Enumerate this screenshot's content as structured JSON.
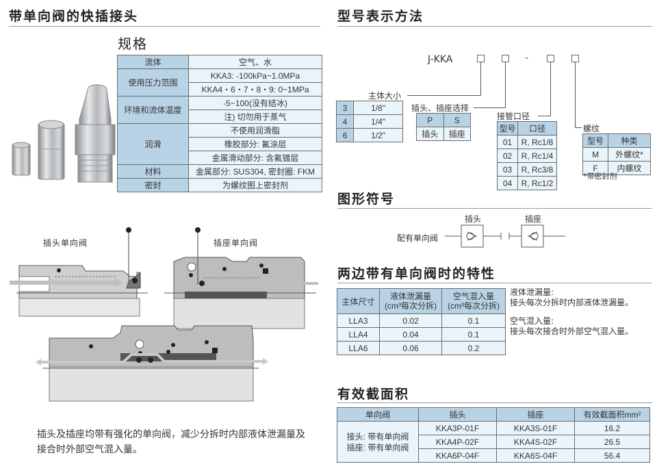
{
  "left": {
    "title": "带单向阀的快插接头",
    "spec_title": "规格",
    "spec_table": {
      "rows": [
        {
          "label": "流体",
          "values": [
            "空气、水"
          ]
        },
        {
          "label": "使用压力范围",
          "values": [
            "KKA3: -100kPa~1.0MPa",
            "KKA4・6・7・8・9: 0~1MPa"
          ]
        },
        {
          "label": "环境和流体温度",
          "values": [
            "-5~100(没有结冰)",
            "注) 切勿用于蒸气"
          ]
        },
        {
          "label": "润滑",
          "values": [
            "不使用润滑脂",
            "橡胶部分: 氟涂层",
            "金属滑动部分: 含氟镀层"
          ]
        },
        {
          "label": "材料",
          "values": [
            "金属部分: SUS304, 密封圈: FKM"
          ]
        },
        {
          "label": "密封",
          "values": [
            "为螺纹图上密封剂"
          ]
        }
      ]
    },
    "diagram_labels": {
      "plug_valve": "插头单向阀",
      "socket_valve": "插座单向阀"
    },
    "description": "插头及插座均带有强化的单向阀，减少分拆时内部液体泄漏量及接合时外部空气混入量。"
  },
  "model": {
    "title": "型号表示方法",
    "prefix": "J-KKA",
    "separator": "-",
    "size": {
      "label": "主体大小",
      "rows": [
        [
          "3",
          "1/8\""
        ],
        [
          "4",
          "1/4\""
        ],
        [
          "6",
          "1/2\""
        ]
      ]
    },
    "type_select": {
      "label": "插头、插座选择",
      "headers": [
        "P",
        "S"
      ],
      "values": [
        "插头",
        "插座"
      ]
    },
    "port": {
      "label": "接管口径",
      "headers": [
        "型号",
        "口径"
      ],
      "rows": [
        [
          "01",
          "R, Rc1/8"
        ],
        [
          "02",
          "R, Rc1/4"
        ],
        [
          "03",
          "R, Rc3/8"
        ],
        [
          "04",
          "R, Rc1/2"
        ]
      ]
    },
    "thread": {
      "label": "螺纹",
      "headers": [
        "型号",
        "种类"
      ],
      "rows": [
        [
          "M",
          "外螺纹*"
        ],
        [
          "F",
          "内螺纹"
        ]
      ],
      "note": "*带密封剂"
    }
  },
  "symbol": {
    "title": "图形符号",
    "plug": "插头",
    "socket": "插座",
    "row_label": "配有单向阀"
  },
  "characteristics": {
    "title": "两边带有单向阀时的特性",
    "headers": [
      "主体尺寸",
      "液体泄漏量",
      "(cm³每次分拆)",
      "空气混入量",
      "(cm³每次分拆)"
    ],
    "rows": [
      [
        "LLA3",
        "0.02",
        "0.1"
      ],
      [
        "LLA4",
        "0.04",
        "0.1"
      ],
      [
        "LLA6",
        "0.06",
        "0.2"
      ]
    ],
    "notes": [
      {
        "term": "液体泄漏量:",
        "desc": "接头每次分拆时内部液体泄漏量。"
      },
      {
        "term": "空气混入量:",
        "desc": "接头每次接合时外部空气混入量。"
      }
    ]
  },
  "area": {
    "title": "有效截面积",
    "headers": [
      "单向阀",
      "插头",
      "插座",
      "有效截面积mm²"
    ],
    "valve_desc": [
      "接头: 带有单向阀",
      "插座: 带有单向阀"
    ],
    "rows": [
      [
        "KKA3P-01F",
        "KKA3S-01F",
        "16.2"
      ],
      [
        "KKA4P-02F",
        "KKA4S-02F",
        "26.5"
      ],
      [
        "KKA6P-04F",
        "KKA6S-04F",
        "56.4"
      ]
    ]
  }
}
